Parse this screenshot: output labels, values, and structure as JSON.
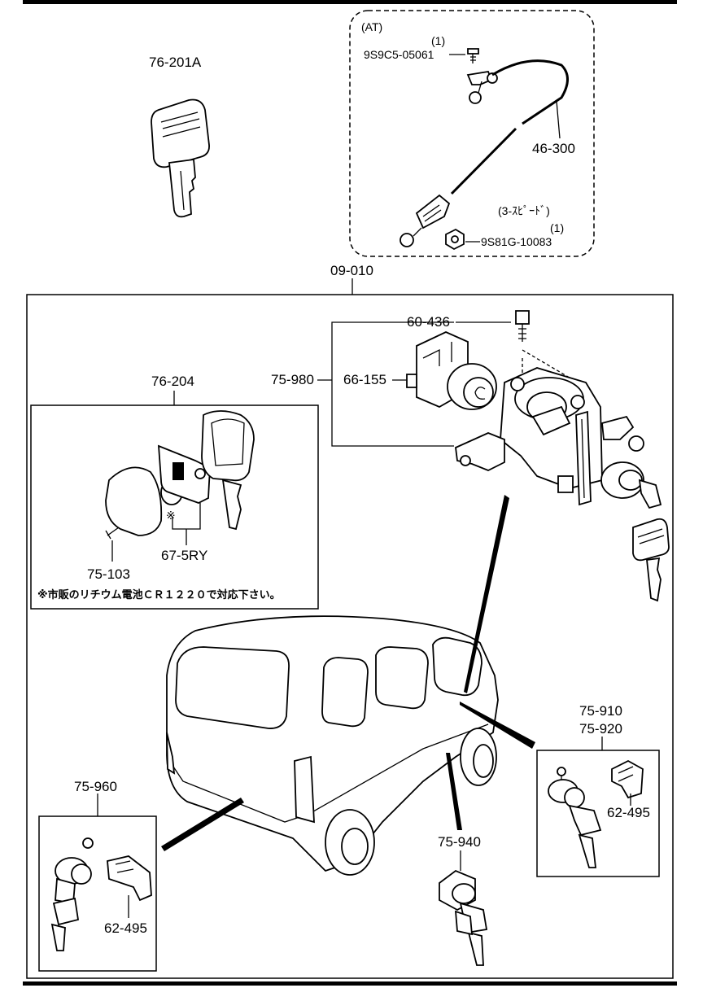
{
  "labels": {
    "key_blank": "76-201A",
    "at_header": "(AT)",
    "qty_screw": "(1)",
    "screw": "9S9C5-05061",
    "cable": "46-300",
    "three_speed": "(3-ｽﾋﾟｰﾄﾞ)",
    "qty_nut": "(1)",
    "nut": "9S81G-10083",
    "lock_set": "09-010",
    "bolt": "60-436",
    "steering_lock": "75-980",
    "switch": "66-155",
    "remote_key": "76-204",
    "remote_screw": "75-103",
    "remote_case": "67-5RY",
    "battery_mark": "※",
    "battery_note": "※市販のリチウム電池ＣＲ１２２０で対応下さい。",
    "door_cyl_1": "75-910",
    "door_cyl_2": "75-920",
    "clip_right": "62-495",
    "rear_cyl": "75-960",
    "clip_left": "62-495",
    "fuel_cyl": "75-940"
  }
}
